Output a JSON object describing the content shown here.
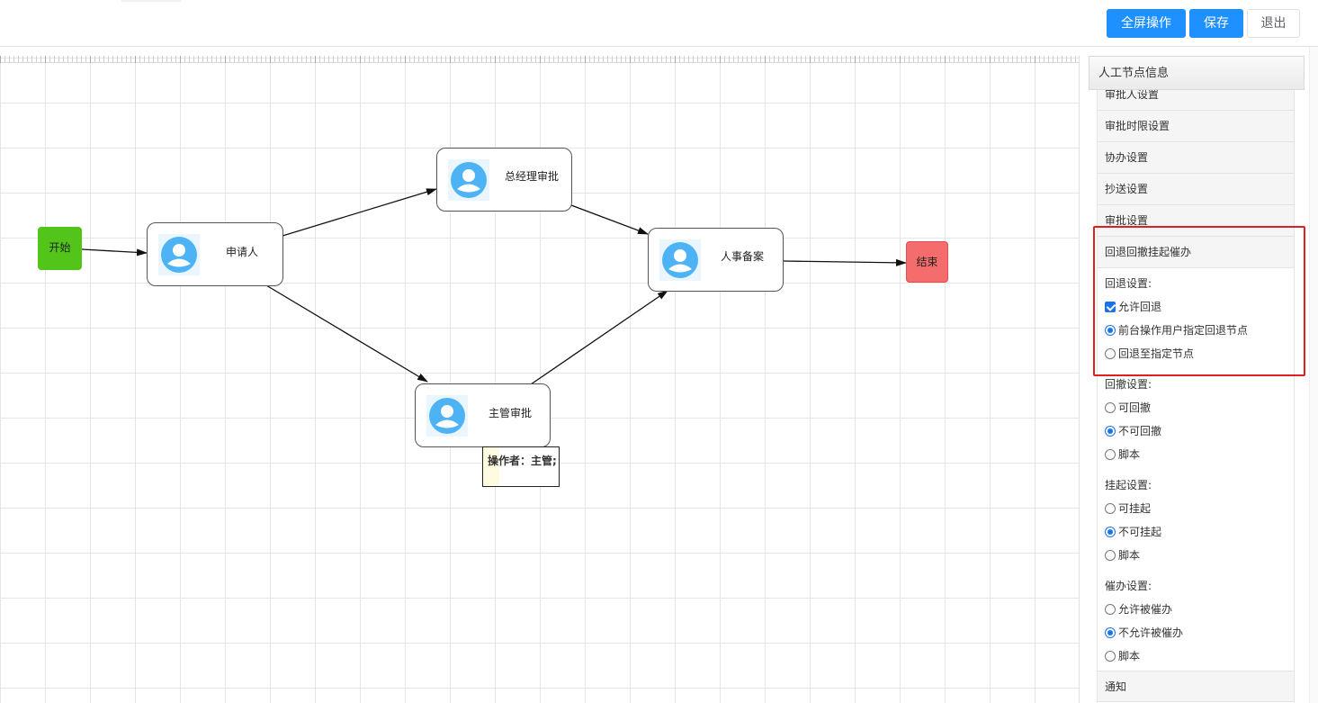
{
  "toolbar": {
    "fullscreen_label": "全屏操作",
    "save_label": "保存",
    "exit_label": "退出",
    "primary_color": "#1e90ff"
  },
  "flow": {
    "start_label": "开始",
    "end_label": "结束",
    "start_color": "#52c41a",
    "end_color": "#f56c6c",
    "nodes": {
      "applicant": "申请人",
      "gm_approval": "总经理审批",
      "supervisor_approval": "主管审批",
      "hr_filing": "人事备案"
    },
    "tooltip": "操作者：主管;"
  },
  "panel": {
    "title": "人工节点信息",
    "sections": {
      "approver": "审批人设置",
      "time_limit": "审批时限设置",
      "assist": "协办设置",
      "cc": "抄送设置",
      "approval": "审批设置",
      "rollback": "回退回撤挂起催办",
      "notify": "通知"
    },
    "rollback_group": {
      "label": "回退设置:",
      "allow_rollback": {
        "label": "允许回退",
        "checked": true
      },
      "options": [
        {
          "label": "前台操作用户指定回退节点",
          "selected": true
        },
        {
          "label": "回退至指定节点",
          "selected": false
        }
      ]
    },
    "withdraw_group": {
      "label": "回撤设置:",
      "options": [
        {
          "label": "可回撤",
          "selected": false
        },
        {
          "label": "不可回撤",
          "selected": true
        },
        {
          "label": "脚本",
          "selected": false
        }
      ]
    },
    "suspend_group": {
      "label": "挂起设置:",
      "options": [
        {
          "label": "可挂起",
          "selected": false
        },
        {
          "label": "不可挂起",
          "selected": true
        },
        {
          "label": "脚本",
          "selected": false
        }
      ]
    },
    "urge_group": {
      "label": "催办设置:",
      "options": [
        {
          "label": "允许被催办",
          "selected": false
        },
        {
          "label": "不允许被催办",
          "selected": true
        },
        {
          "label": "脚本",
          "selected": false
        }
      ]
    }
  }
}
